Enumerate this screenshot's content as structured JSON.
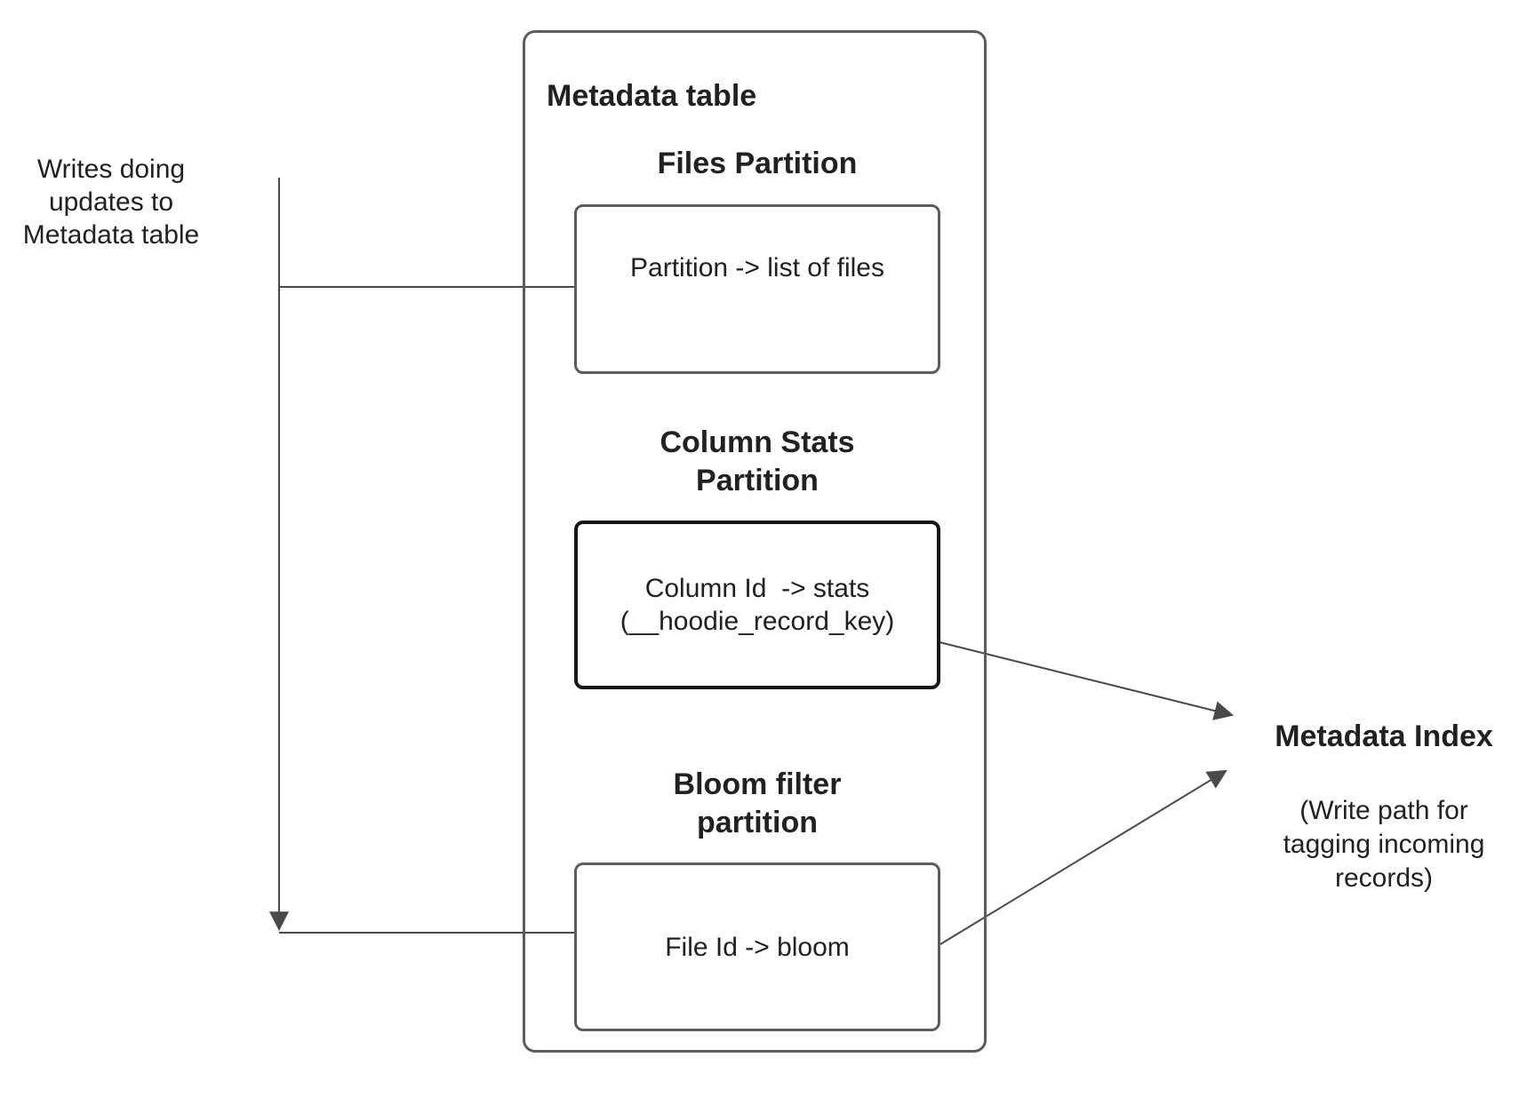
{
  "colors": {
    "line": "#4a4a4a",
    "border": "#5c5c5c",
    "emphasis": "#161616",
    "text": "#212121"
  },
  "left_note": "Writes doing\nupdates to\nMetadata table",
  "metadata_table": {
    "title": "Metadata table",
    "files": {
      "heading": "Files Partition",
      "body": "Partition -> list of files"
    },
    "column_stats": {
      "heading": "Column Stats\nPartition",
      "body": "Column Id  -> stats\n(__hoodie_record_key)"
    },
    "bloom": {
      "heading": "Bloom filter\npartition",
      "body": "File Id -> bloom"
    }
  },
  "metadata_index": {
    "title": "Metadata Index",
    "subtitle": "(Write path for\ntagging incoming\nrecords)"
  }
}
